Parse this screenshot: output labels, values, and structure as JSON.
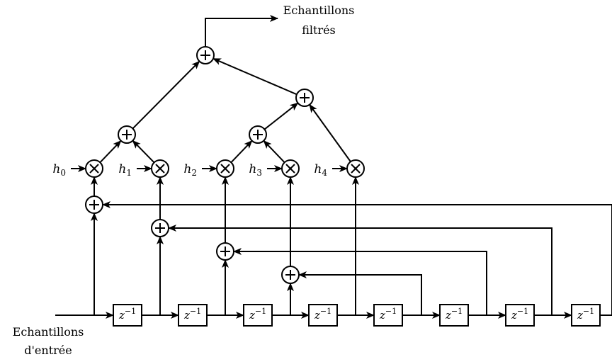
{
  "output_label": [
    "Echantillons",
    "filtrés"
  ],
  "input_label": [
    "Echantillons",
    "d'entrée"
  ],
  "coefficients": [
    {
      "sym": "h",
      "sub": "0"
    },
    {
      "sym": "h",
      "sub": "1"
    },
    {
      "sym": "h",
      "sub": "2"
    },
    {
      "sym": "h",
      "sub": "3"
    },
    {
      "sym": "h",
      "sub": "4"
    }
  ],
  "delay": {
    "base": "z",
    "exp": "−1"
  },
  "delay_count": 8,
  "operators": {
    "adder": "plus",
    "multiplier": "times"
  }
}
